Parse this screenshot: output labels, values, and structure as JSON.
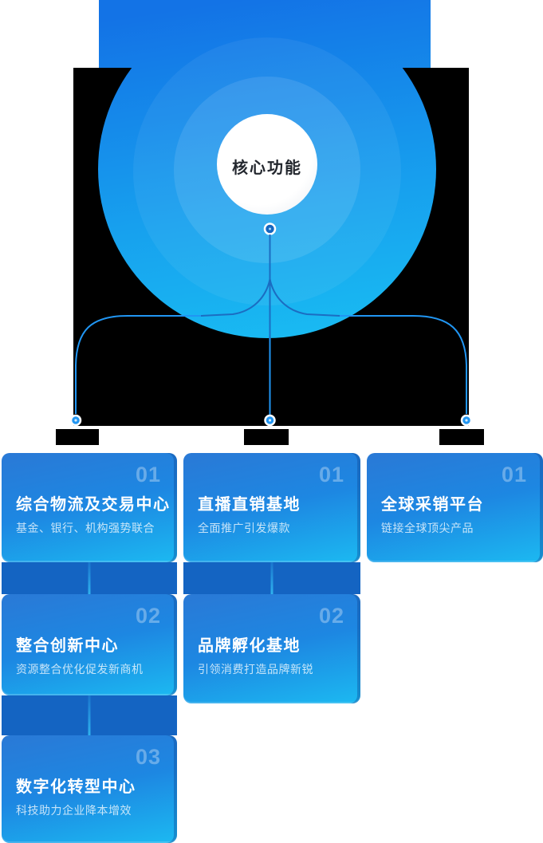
{
  "hero": {
    "center_label": "核心功能"
  },
  "columns": [
    {
      "cards": [
        {
          "number": "01",
          "title": "综合物流及交易中心",
          "subtitle": "基金、银行、机构强势联合"
        },
        {
          "number": "02",
          "title": "整合创新中心",
          "subtitle": "资源整合优化促发新商机"
        },
        {
          "number": "03",
          "title": "数字化转型中心",
          "subtitle": "科技助力企业降本增效"
        }
      ]
    },
    {
      "cards": [
        {
          "number": "01",
          "title": "直播直销基地",
          "subtitle": "全面推广引发爆款"
        },
        {
          "number": "02",
          "title": "品牌孵化基地",
          "subtitle": "引领消费打造品牌新锐"
        }
      ]
    },
    {
      "cards": [
        {
          "number": "01",
          "title": "全球采销平台",
          "subtitle": "链接全球顶尖产品"
        }
      ]
    }
  ],
  "colors": {
    "accent_line": "#2196f3",
    "hero_gradient_top": "#1373e6",
    "hero_gradient_bottom": "#19bbf2",
    "card_gradient_top": "#2a79d6",
    "card_gradient_bottom": "#1cb9f1",
    "connector_band": "#1464c2",
    "backdrop_black": "#000000"
  }
}
